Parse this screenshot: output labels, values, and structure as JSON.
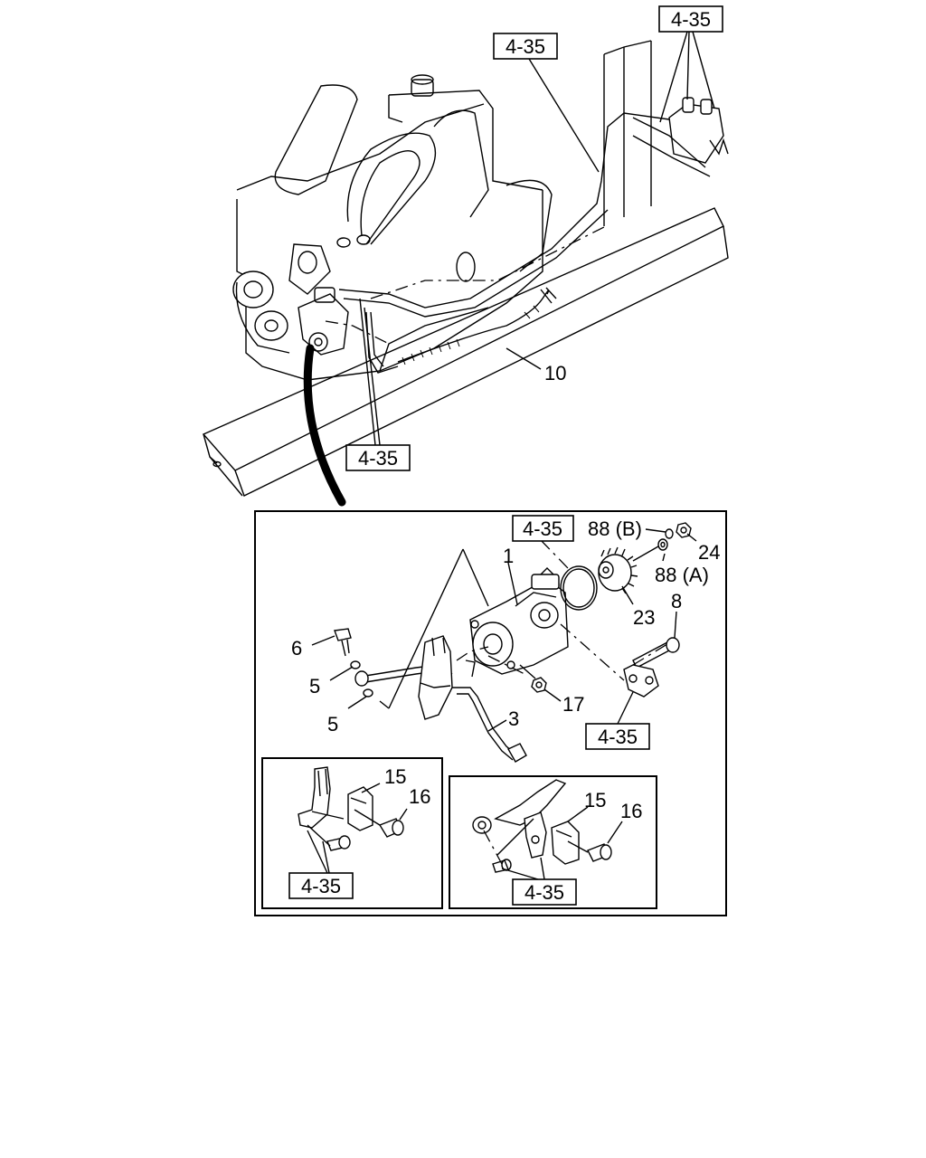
{
  "references": {
    "top_right": "4-35",
    "top_middle": "4-35",
    "engine_lower": "4-35",
    "detail_upper": "4-35",
    "detail_right": "4-35",
    "inset_left": "4-35",
    "inset_right": "4-35"
  },
  "callouts": {
    "p10": "10",
    "p1": "1",
    "p88b": "88 (B)",
    "p24": "24",
    "p88a": "88 (A)",
    "p8": "8",
    "p23": "23",
    "p6": "6",
    "p5a": "5",
    "p5b": "5",
    "p17": "17",
    "p3": "3",
    "inset_left_15": "15",
    "inset_left_16": "16",
    "inset_right_15": "15",
    "inset_right_16": "16"
  },
  "colors": {
    "line": "#000000",
    "background": "#ffffff"
  }
}
